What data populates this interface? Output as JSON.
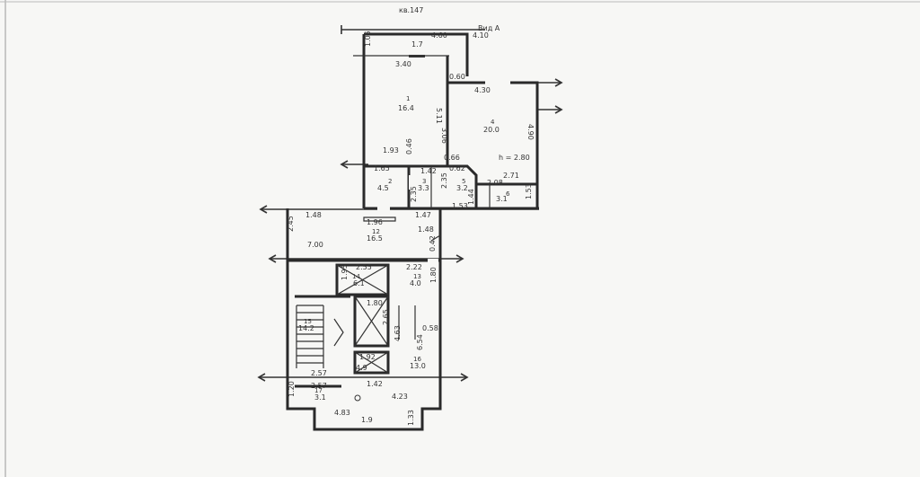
{
  "plan": {
    "header_text": "кв.147",
    "section_text": "Вид А",
    "ceiling_text": "h = 2.80",
    "rooms": [
      {
        "num": "1",
        "area": "16.4"
      },
      {
        "num": "2",
        "area": "4.5"
      },
      {
        "num": "3",
        "area": "3.3"
      },
      {
        "num": "4",
        "area": "20.0"
      },
      {
        "num": "5",
        "area": "3.2"
      },
      {
        "num": "6",
        "area": "3.1"
      },
      {
        "num": "12",
        "area": "16.5"
      },
      {
        "num": "13",
        "area": "4.0"
      },
      {
        "num": "14",
        "area": "6.1"
      },
      {
        "num": "15",
        "area": "14.2"
      },
      {
        "num": "16",
        "area": "13.0"
      },
      {
        "num": "17",
        "area": "3.1"
      },
      {
        "num": "",
        "area": "1.7"
      },
      {
        "num": "",
        "area": "1.9"
      }
    ],
    "dimensions": [
      "4.60",
      "4.10",
      "1.05",
      "3.40",
      "0.60",
      "4.30",
      "5.11",
      "3.06",
      "4.90",
      "1.93",
      "0.46",
      "1.65",
      "1.42",
      "0.66",
      "0.62",
      "2.71",
      "2.08",
      "2.35",
      "2.35",
      "1.44",
      "1.53",
      "1.53",
      "1.48",
      "1.96",
      "1.47",
      "1.48",
      "2.45",
      "7.00",
      "0.42",
      "2.55",
      "2.22",
      "1.95",
      "1.80",
      "1.80",
      "2.65",
      "0.58",
      "4.63",
      "6.54",
      "2.57",
      "2.57",
      "1.20",
      "1.42",
      "1.92",
      "4.23",
      "4.83",
      "1.33",
      "4.9"
    ]
  }
}
